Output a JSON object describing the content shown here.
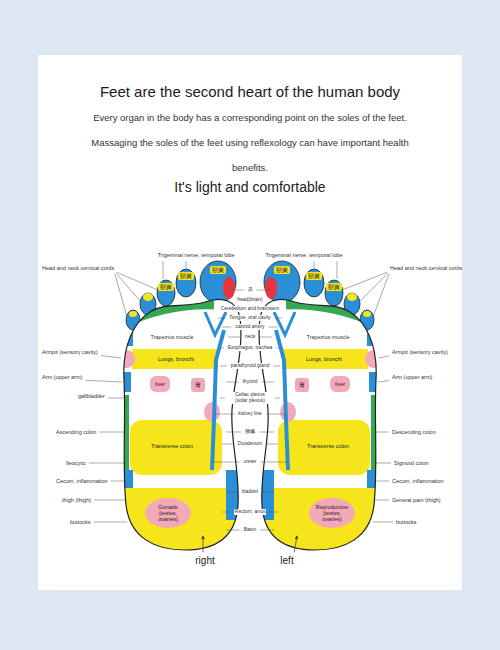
{
  "diagram": {
    "title": "Feet are the second heart of the human body",
    "nodes": [
      {
        "text": [
          "額竇"
        ]
      },
      {
        "text": [
          "額竇"
        ]
      },
      {
        "text": [
          "額竇"
        ]
      },
      {
        "text": [
          "Lungs, bronchi"
        ]
      },
      {
        "text": [
          "liver"
        ]
      },
      {
        "text": [
          "胃"
        ]
      },
      {
        "text": [
          "Transverse colon"
        ]
      },
      {
        "text": [
          "Gonads (testes, ovaries)"
        ]
      },
      {
        "text": [
          "額竇"
        ]
      },
      {
        "text": [
          "額竇"
        ]
      },
      {
        "text": [
          "額竇"
        ]
      },
      {
        "text": [
          "Lungs, bronchi"
        ]
      },
      {
        "text": [
          "liver"
        ]
      },
      {
        "text": [
          "胃"
        ]
      },
      {
        "text": [
          "Transverse colon"
        ]
      },
      {
        "text": [
          "Reproductive (testes, ovaries)"
        ]
      }
    ],
    "labels": [
      "Every organ in the body has a corresponding point on the soles of the feet. Massaging the soles of the feet using reflexology can have important health benefits.",
      "It's light and comfortable",
      "Trigeminal nerve, temporal lobe",
      "Trigeminal nerve, temporal lobe",
      "Head and neck cervical cords",
      "Head and neck cervical cords",
      "鼻",
      "head(brain)",
      "Cerebellum and brainstem",
      "Tongue, oral cavity",
      "carotid artery",
      "neck",
      "Esophagus, trachea",
      "parathyroid gland",
      "thyroid",
      "Celiac plexus (solar plexus)",
      "kidney line",
      "胰臟",
      "Duodenum",
      "ureter",
      "bladder",
      "Rectum, anus",
      "Basin",
      "Trapezius muscle",
      "Trapezius muscle",
      "Armpit (sensory cavity)",
      "Arm (upper arm)",
      "gallbladder",
      "Ascending colon",
      "Ileocytic",
      "Cecum, inflammation",
      "thigh (thigh)",
      "buttocks",
      "Armpit (sensory cavity)",
      "Arm (upper arm)",
      "Descending colon",
      "Sigmoid colon",
      "Cecum, inflammation",
      "General pain (thigh)",
      "buttocks",
      "right",
      "left"
    ]
  }
}
